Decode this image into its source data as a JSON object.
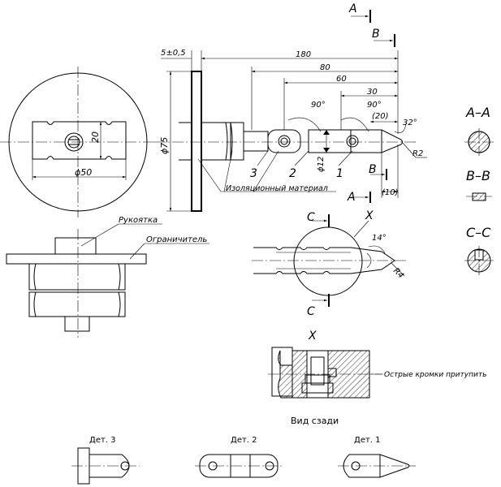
{
  "dimensions": {
    "d180": "180",
    "d80": "80",
    "d60": "60",
    "d30": "30",
    "d20r": "(20)",
    "d10r": "(10)",
    "tol": "5±0,5",
    "ang90a": "90°",
    "ang90b": "90°",
    "ang32": "32°",
    "ang14": "14°",
    "dia75": "ϕ75",
    "dia50": "ϕ50",
    "dia12": "ϕ12",
    "w20": "20",
    "r2": "R2",
    "r4": "R4"
  },
  "section_labels": {
    "a_top": "A",
    "b_top": "B",
    "b_bottom": "B",
    "a_bottom": "A",
    "c_top": "C",
    "c_bottom": "C",
    "x_mark": "X",
    "x_detail": "X",
    "sec_aa": "A–A",
    "sec_bb": "B–B",
    "sec_cc": "C–C"
  },
  "part_numbers": {
    "p1": "1",
    "p2": "2",
    "p3": "3"
  },
  "callouts": {
    "insulation": "Изоляционный материал",
    "handle": "Рукоятка",
    "limiter": "Ограничитель",
    "sharp_edges": "Острые кромки притупить"
  },
  "rear_view": {
    "title": "Вид сзади",
    "det3": "Дет. 3",
    "det2": "Дет. 2",
    "det1": "Дет. 1"
  }
}
